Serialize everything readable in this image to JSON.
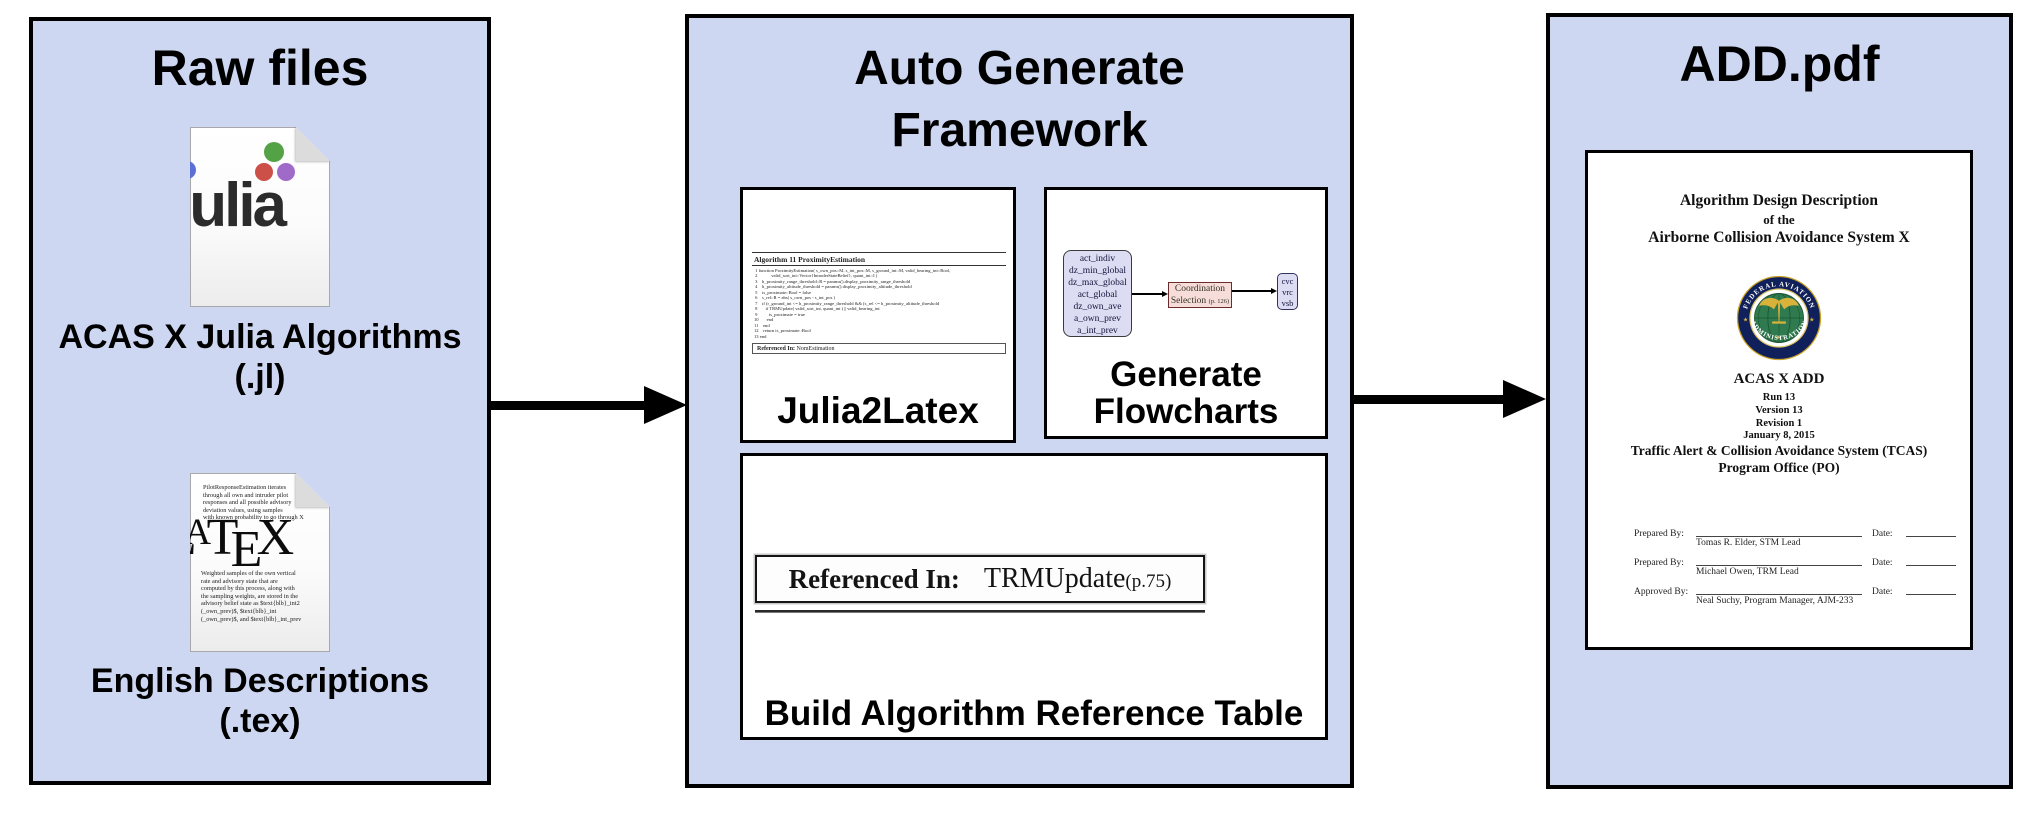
{
  "colors": {
    "panel_bg": "#cdd7f1",
    "panel_border": "#000000",
    "flow_input_fill": "#dcdcf2",
    "flow_process_fill": "#f7ddd9",
    "julia_blue": "#5b6fd6",
    "julia_green": "#53a245",
    "julia_red": "#cc4f48",
    "julia_purple": "#a06bc8",
    "seal_navy": "#10205a",
    "seal_green": "#2f7a4e",
    "seal_gold": "#d8b23a"
  },
  "panels": {
    "raw_files": {
      "title": "Raw files",
      "julia_file": {
        "logo_text": "julia",
        "label_line1": "ACAS X Julia Algorithms",
        "label_line2": "(.jl)"
      },
      "latex_file": {
        "logo_l": "L",
        "logo_a": "A",
        "logo_t": "T",
        "logo_e": "E",
        "logo_x": "X",
        "snippet_top": "PilotResponseEstimation iterates\nthrough all own and intruder pilot\nresponses and all possible advisory\ndeviation values, using samples\nwith known probability to go through X",
        "snippet_bottom": "Weighted samples of the own vertical\nrate and advisory state that are\ncomputed by this process, along with\nthe sampling weights, are stored in the\nadvisory belief state as $text{blb}_int2\n(_own_prev)$, $text{blb}_int\n(_own_prev)$, and $text{blb}_int_prev",
        "label_line1": "English Descriptions",
        "label_line2": "(.tex)"
      }
    },
    "framework": {
      "title_line1": "Auto Generate",
      "title_line2": "Framework",
      "julia2latex": {
        "label": "Julia2Latex",
        "algorithm_header": "Algorithm 11 ProximityEstimation",
        "code_lines": [
          " 1 function ProximityEstimation( s_own_pos::M, s_int_pos::M, s_ground_int::M, valid_bearing_int::Bool,",
          " 2            valid_sort_int::Vector{IntruderStateBelief}, quant_int::I )",
          " 3    h_proximity_range_threshold::R = params().display_proximity_range_threshold",
          " 4    h_proximity_altitude_threshold = params().display_proximity_altitude_threshold",
          " 5    is_proximate::Bool = false",
          " 6    s_rel::R = abs( s_own_pos - s_int_pos )",
          " 7    if (r_ground_int <= h_proximity_range_threshold && (s_rel <= h_proximity_altitude_threshold",
          " 8       if TRMUpdate( valid_sort_int, quant_int ) || valid_bearing_int",
          " 9          is_proximate = true",
          "10       end",
          "11    end",
          "12    return is_proximate::Bool",
          "13 end"
        ],
        "footer_bold": "Referenced In:",
        "footer_name": "NomEstimation"
      },
      "generate_flowcharts": {
        "label_line1": "Generate",
        "label_line2": "Flowcharts",
        "inputs": [
          "act_indiv",
          "dz_min_global",
          "dz_max_global",
          "act_global",
          "dz_own_ave",
          "a_own_prev",
          "a_int_prev"
        ],
        "process_line1": "Coordination",
        "process_line2": "Selection",
        "process_page": "(p. 126)",
        "outputs": [
          "cvc",
          "vrc",
          "vsb"
        ]
      },
      "reference_table": {
        "label": "Build Algorithm Reference Table",
        "banner_bold": "Referenced In:",
        "banner_name": "TRMUpdate",
        "banner_page": "(p.75)"
      }
    },
    "add_pdf": {
      "title": "ADD.pdf",
      "doc": {
        "title_line1": "Algorithm Design Description",
        "title_line2": "of the",
        "title_line3": "Airborne Collision Avoidance System X",
        "seal_text_top": "FEDERAL  AVIATION",
        "seal_text_bottom": "ADMINISTRATION",
        "heading": "ACAS X ADD",
        "meta": [
          "Run 13",
          "Version 13",
          "Revision 1",
          "January 8, 2015"
        ],
        "org_line1": "Traffic Alert & Collision Avoidance System (TCAS)",
        "org_line2": "Program Office (PO)",
        "signatures": [
          {
            "label": "Prepared By:",
            "name": "Tomas R. Elder, STM Lead",
            "date_label": "Date:"
          },
          {
            "label": "Prepared By:",
            "name": "Michael Owen, TRM Lead",
            "date_label": "Date:"
          },
          {
            "label": "Approved By:",
            "name": "Neal Suchy, Program Manager, AJM-233",
            "date_label": "Date:"
          }
        ]
      }
    }
  }
}
